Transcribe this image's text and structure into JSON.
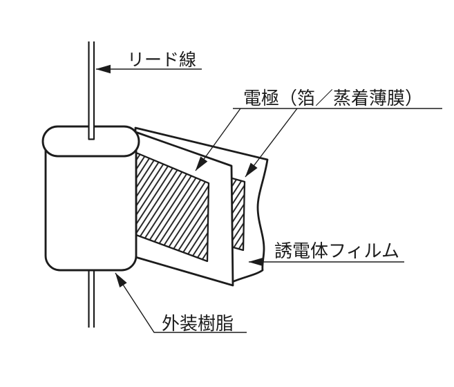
{
  "diagram": {
    "labels": {
      "lead_wire": "リード線",
      "electrode": "電極（箔／蒸着薄膜）",
      "dielectric_film": "誘電体フィルム",
      "exterior_resin": "外装樹脂"
    },
    "colors": {
      "line": "#1c1c1c",
      "background": "#ffffff",
      "shape_fill": "#ffffff"
    }
  }
}
